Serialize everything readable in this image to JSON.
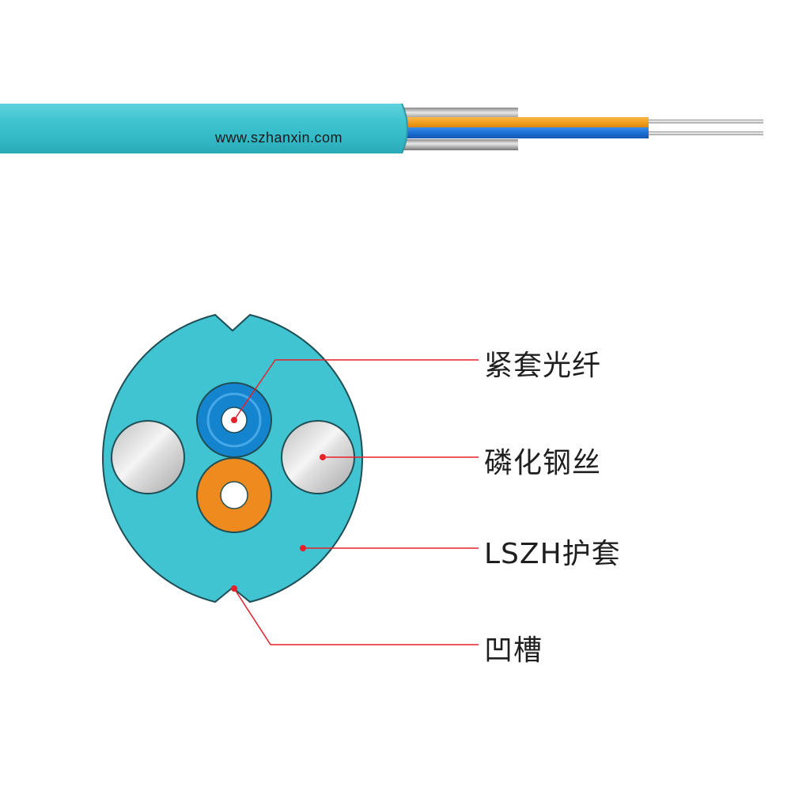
{
  "website": "www.szhanxin.com",
  "labels": {
    "tight_buffer_fiber": "紧套光纤",
    "phosphated_steel_wire": "磷化钢丝",
    "lszh_jacket": "LSZH护套",
    "groove": "凹槽"
  },
  "colors": {
    "jacket": "#40c4d1",
    "jacket_outline": "#1f4e55",
    "blue_buffer": "#1584cf",
    "orange_buffer": "#ef8a1f",
    "steel_wire": "#d6d6d6",
    "leader_line": "#e8202a"
  }
}
